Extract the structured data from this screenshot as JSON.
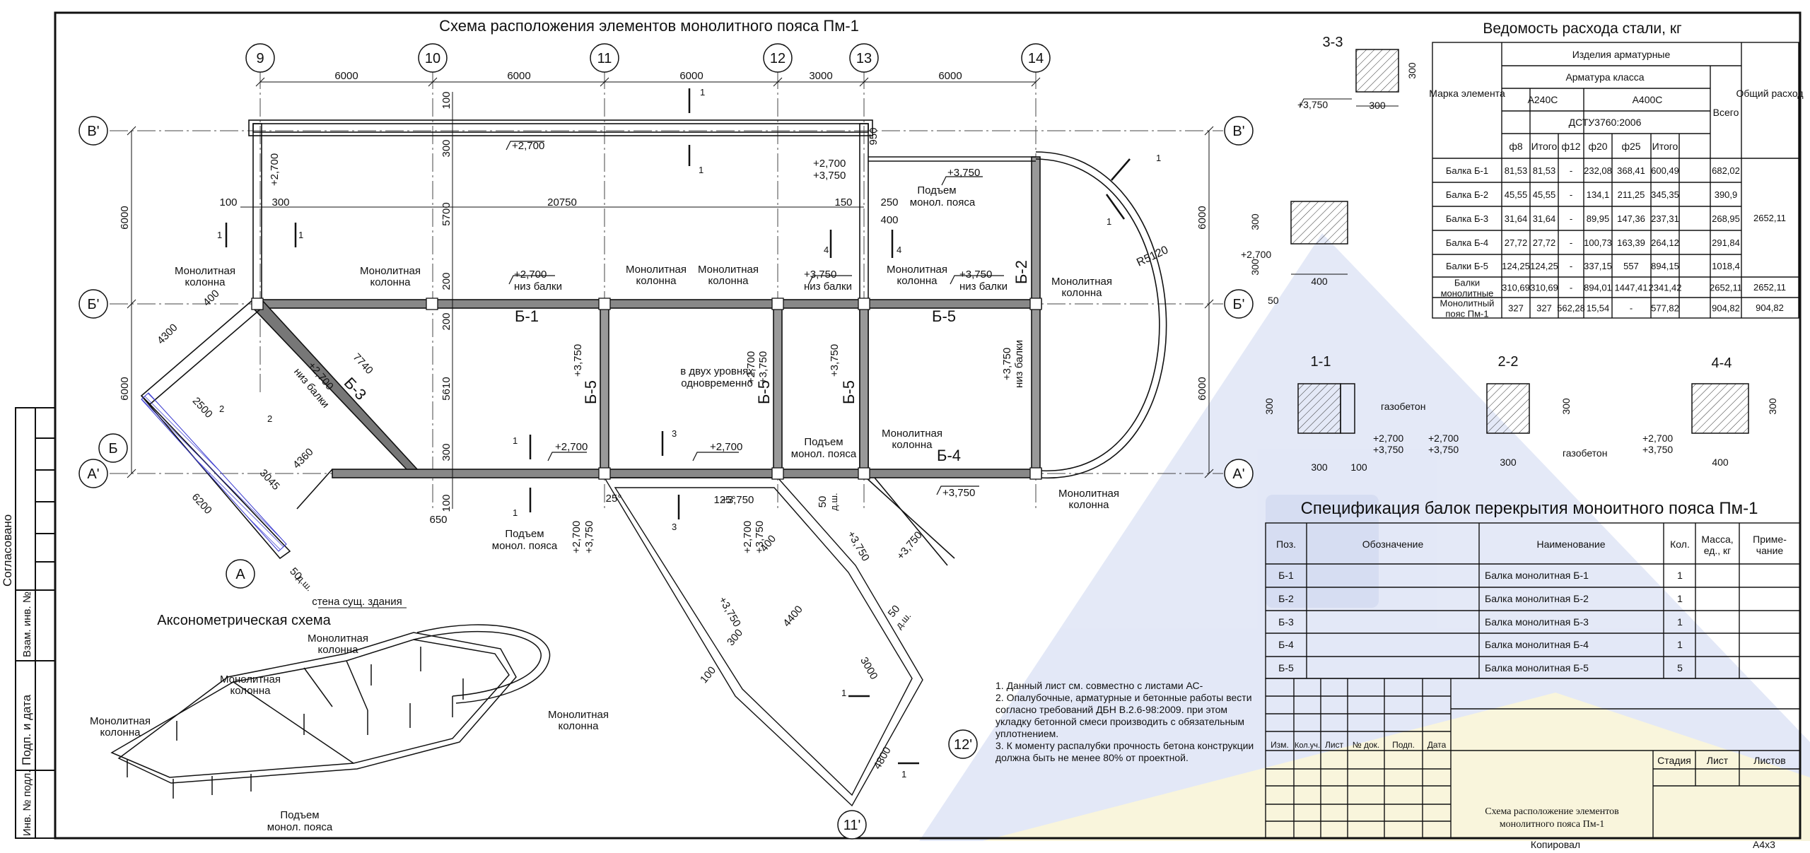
{
  "plan": {
    "title": "Схема расположения элементов монолитного пояса Пм-1",
    "grid_v": [
      "9",
      "10",
      "11",
      "12",
      "13",
      "14"
    ],
    "grid_h_left": [
      "В'",
      "Б'",
      "Б",
      "А'"
    ],
    "grid_h_right": [
      "В'",
      "Б'",
      "А'"
    ],
    "grid_bottom": [
      "А",
      "11'",
      "12'"
    ],
    "spans_top": [
      "6000",
      "6000",
      "6000",
      "3000",
      "6000"
    ],
    "spans_left": [
      "6000",
      "6000"
    ],
    "spans_right": [
      "6000",
      "6000"
    ],
    "dims_mid": [
      "100",
      "300",
      "20750",
      "150",
      "250",
      "400",
      "950"
    ],
    "dims_vert": [
      "100",
      "300",
      "5700",
      "200",
      "200",
      "5610",
      "300",
      "100"
    ],
    "beam_labels": [
      "Б-1",
      "Б-5",
      "Б-5",
      "Б-5",
      "Б-5",
      "Б-2",
      "Б-3",
      "Б-4"
    ],
    "levels": [
      "+2,700",
      "+2,700",
      "+3,750",
      "+3,750",
      "+3,750",
      "+2,700",
      "+2,700",
      "+3,750"
    ],
    "level_notes": [
      "низ балки",
      "низ балки",
      "низ балки"
    ],
    "column_label": "Монолитная колонна",
    "monolithic_word": "Монолитная",
    "column_word": "колонна",
    "podem": "Подъем",
    "podem2": "монол. пояса",
    "two_levels": "в двух уровнях",
    "two_levels2": "одновременно",
    "existing_wall": "стена сущ. здания",
    "radius": "R5120",
    "misc_dims": [
      "4300",
      "400",
      "7740",
      "6200",
      "2500",
      "3045",
      "4360",
      "650",
      "4400",
      "3000",
      "4800",
      "300",
      "100",
      "400",
      "50",
      "д.ш."
    ],
    "angles": [
      "25°",
      "125°"
    ],
    "section_marks": [
      "1",
      "2",
      "3",
      "4"
    ]
  },
  "axo": {
    "title": "Аксонометрическая схема",
    "labels": [
      "Монолитная колонна",
      "Монолитная колонна",
      "Монолитная колонна",
      "Монолитная колонна"
    ],
    "podem": "Подъем монол. пояса"
  },
  "sections": {
    "s33": {
      "title": "3-3",
      "dims": [
        "300",
        "300"
      ],
      "level": "+3,750"
    },
    "s44b": {
      "dims": [
        "300",
        "400"
      ],
      "level": "+2,700"
    },
    "s11": {
      "title": "1-1",
      "dims": [
        "300",
        "300",
        "100"
      ],
      "levels": [
        "+2,700",
        "+3,750"
      ],
      "note": "газобетон"
    },
    "s22": {
      "title": "2-2",
      "dims": [
        "300",
        "300"
      ],
      "levels": [
        "+2,700",
        "+3,750"
      ],
      "note": "газобетон"
    },
    "s44": {
      "title": "4-4",
      "dims": [
        "300",
        "400"
      ],
      "levels": [
        "+2,700",
        "+3,750"
      ]
    }
  },
  "steel": {
    "title": "Ведомость расхода стали, кг",
    "h_mark": "Марка элемента",
    "h_izd": "Изделия арматурные",
    "h_class": "Арматура класса",
    "h_a240": "А240С",
    "h_a400": "А400С",
    "h_dstu": "ДСТУ3760:2006",
    "h_total": "Всего",
    "h_overall": "Общий расход",
    "cols": [
      "ф8",
      "Итого",
      "ф12",
      "ф20",
      "ф25",
      "Итого"
    ],
    "rows": [
      {
        "name": "Балка Б-1",
        "v": [
          "81,53",
          "81,53",
          "-",
          "232,08",
          "368,41",
          "600,49",
          "682,02"
        ]
      },
      {
        "name": "Балка Б-2",
        "v": [
          "45,55",
          "45,55",
          "-",
          "134,1",
          "211,25",
          "345,35",
          "390,9"
        ]
      },
      {
        "name": "Балка Б-3",
        "v": [
          "31,64",
          "31,64",
          "-",
          "89,95",
          "147,36",
          "237,31",
          "268,95"
        ]
      },
      {
        "name": "Балка Б-4",
        "v": [
          "27,72",
          "27,72",
          "-",
          "100,73",
          "163,39",
          "264,12",
          "291,84"
        ]
      },
      {
        "name": "Балки Б-5",
        "v": [
          "124,25",
          "124,25",
          "-",
          "337,15",
          "557",
          "894,15",
          "1018,4"
        ]
      },
      {
        "name": "Балки монолитные",
        "v": [
          "310,69",
          "310,69",
          "-",
          "894,01",
          "1447,41",
          "2341,42",
          "2652,11"
        ]
      },
      {
        "name": "Монолитный пояс Пм-1",
        "v": [
          "327",
          "327",
          "562,28",
          "15,54",
          "-",
          "577,82",
          "904,82"
        ]
      }
    ],
    "overall_merged": "2652,11",
    "overall_row6": "2652,11",
    "overall_row7": "904,82"
  },
  "spec": {
    "title": "Спецификация балок перекрытия моноитного пояса Пм-1",
    "headers": [
      "Поз.",
      "Обозначение",
      "Наименование",
      "Кол.",
      "Масса, ед., кг",
      "Приме-чание"
    ],
    "rows": [
      {
        "pos": "Б-1",
        "name": "Балка монолитная Б-1",
        "qty": "1"
      },
      {
        "pos": "Б-2",
        "name": "Балка монолитная Б-2",
        "qty": "1"
      },
      {
        "pos": "Б-3",
        "name": "Балка монолитная Б-3",
        "qty": "1"
      },
      {
        "pos": "Б-4",
        "name": "Балка монолитная Б-4",
        "qty": "1"
      },
      {
        "pos": "Б-5",
        "name": "Балка монолитная Б-5",
        "qty": "5"
      }
    ]
  },
  "notes": [
    "1.  Данный лист см. совместно с листами АС-",
    "2. Опалубочные, арматурные и бетонные работы вести",
    "согласно требований ДБН В.2.6-98:2009. при этом",
    "укладку бетонной смеси производить с обязательным",
    "уплотнением.",
    "3. К моменту распалубки прочность бетона конструкции",
    "должна быть не менее 80% от проектной."
  ],
  "titleblock": {
    "cols": [
      "Изм.",
      "Кол.уч.",
      "Лист",
      "№ док.",
      "Подп.",
      "Дата"
    ],
    "stage": "Стадия",
    "sheet": "Лист",
    "sheets": "Листов",
    "drawing_name": [
      "Схема расположение элементов",
      "монолитного пояса Пм-1"
    ],
    "copied": "Копировал",
    "format": "А4х3"
  },
  "sidebar": {
    "agreed": "Согласовано",
    "inv_ref": "Взам. инв. №",
    "sign_date": "Подп. и дата",
    "inv_orig": "Инв. № подл."
  },
  "colors": {
    "line": "#111111",
    "hatch": "#3a3ad0",
    "grey": "#555555",
    "watermark_blue": "#cdd6ef",
    "watermark_yellow": "#f6f1c8"
  }
}
